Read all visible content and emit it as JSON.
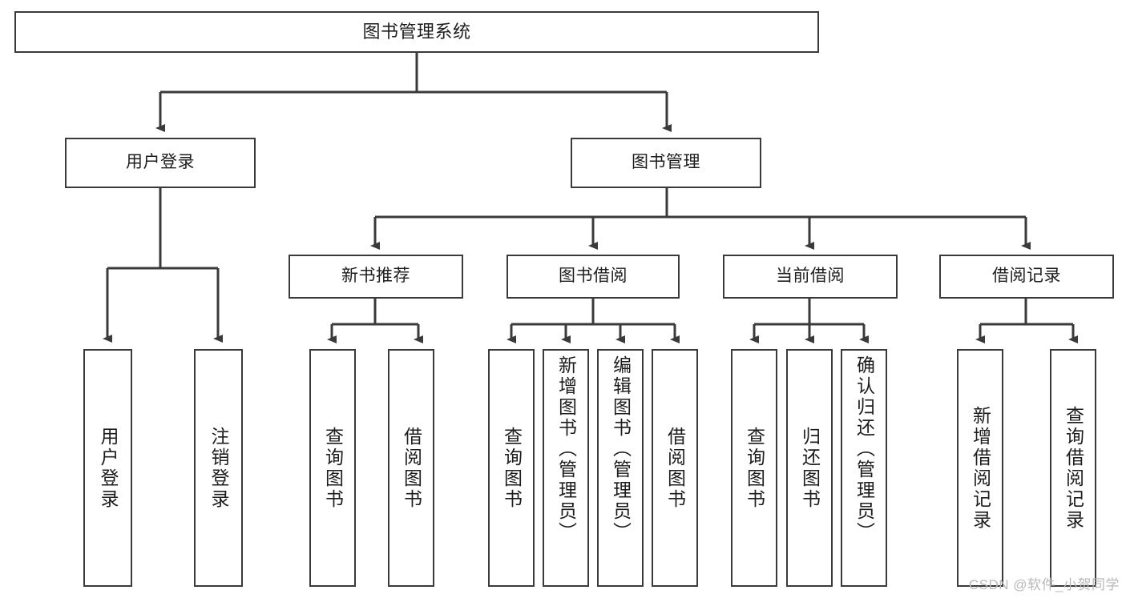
{
  "diagram": {
    "title": "图书管理系统",
    "type": "tree-hierarchy-diagram",
    "watermark": "CSDN @软件_小贺同学",
    "colors": {
      "background": "#ffffff",
      "box_stroke": "#3a3a3a",
      "box_fill": "#ffffff",
      "text": "#1d1d1d",
      "edge": "#3a3a3a",
      "watermark": "#b9b9b9"
    },
    "nodes": {
      "root": {
        "label": "图书管理系统"
      },
      "level2": [
        {
          "label": "用户登录"
        },
        {
          "label": "图书管理"
        }
      ],
      "level3": [
        {
          "label": "新书推荐"
        },
        {
          "label": "图书借阅"
        },
        {
          "label": "当前借阅"
        },
        {
          "label": "借阅记录"
        }
      ],
      "leaves_user_login": [
        {
          "label": "用户登录"
        },
        {
          "label": "注销登录"
        }
      ],
      "leaves_new_book": [
        {
          "label": "查询图书"
        },
        {
          "label": "借阅图书"
        }
      ],
      "leaves_borrow": [
        {
          "label": "查询图书"
        },
        {
          "label": "新增图书（管理员）"
        },
        {
          "label": "编辑图书（管理员）"
        },
        {
          "label": "借阅图书"
        }
      ],
      "leaves_current": [
        {
          "label": "查询图书"
        },
        {
          "label": "归还图书"
        },
        {
          "label": "确认归还（管理员）"
        }
      ],
      "leaves_record": [
        {
          "label": "新增借阅记录"
        },
        {
          "label": "查询借阅记录"
        }
      ]
    }
  }
}
